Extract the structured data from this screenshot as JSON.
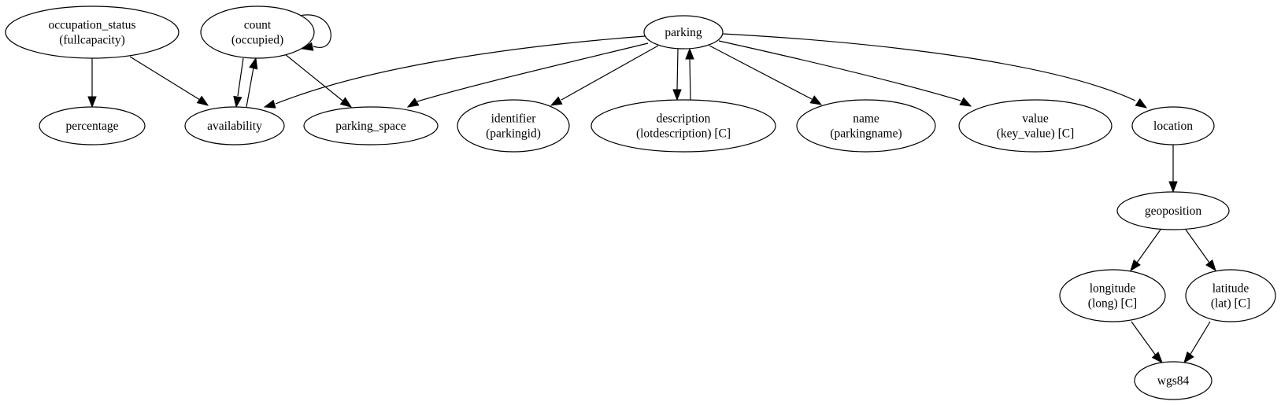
{
  "nodes": [
    {
      "id": "occupation_status",
      "lines": [
        "occupation_status",
        "(fullcapacity)"
      ]
    },
    {
      "id": "count",
      "lines": [
        "count",
        "(occupied)"
      ]
    },
    {
      "id": "parking",
      "lines": [
        "parking"
      ]
    },
    {
      "id": "percentage",
      "lines": [
        "percentage"
      ]
    },
    {
      "id": "availability",
      "lines": [
        "availability"
      ]
    },
    {
      "id": "parking_space",
      "lines": [
        "parking_space"
      ]
    },
    {
      "id": "identifier",
      "lines": [
        "identifier",
        "(parkingid)"
      ]
    },
    {
      "id": "description",
      "lines": [
        "description",
        "(lotdescription) [C]"
      ]
    },
    {
      "id": "name",
      "lines": [
        "name",
        "(parkingname)"
      ]
    },
    {
      "id": "value",
      "lines": [
        "value",
        "(key_value) [C]"
      ]
    },
    {
      "id": "location",
      "lines": [
        "location"
      ]
    },
    {
      "id": "geoposition",
      "lines": [
        "geoposition"
      ]
    },
    {
      "id": "longitude",
      "lines": [
        "longitude",
        "(long) [C]"
      ]
    },
    {
      "id": "latitude",
      "lines": [
        "latitude",
        "(lat) [C]"
      ]
    },
    {
      "id": "wgs84",
      "lines": [
        "wgs84"
      ]
    }
  ],
  "edges": [
    {
      "from": "occupation_status",
      "to": "percentage"
    },
    {
      "from": "occupation_status",
      "to": "availability"
    },
    {
      "from": "count",
      "to": "count"
    },
    {
      "from": "count",
      "to": "availability"
    },
    {
      "from": "availability",
      "to": "count"
    },
    {
      "from": "count",
      "to": "parking_space"
    },
    {
      "from": "parking",
      "to": "availability"
    },
    {
      "from": "parking",
      "to": "parking_space"
    },
    {
      "from": "parking",
      "to": "identifier"
    },
    {
      "from": "parking",
      "to": "description"
    },
    {
      "from": "description",
      "to": "parking"
    },
    {
      "from": "parking",
      "to": "name"
    },
    {
      "from": "parking",
      "to": "value"
    },
    {
      "from": "parking",
      "to": "location"
    },
    {
      "from": "location",
      "to": "geoposition"
    },
    {
      "from": "geoposition",
      "to": "longitude"
    },
    {
      "from": "geoposition",
      "to": "latitude"
    },
    {
      "from": "longitude",
      "to": "wgs84"
    },
    {
      "from": "latitude",
      "to": "wgs84"
    }
  ]
}
